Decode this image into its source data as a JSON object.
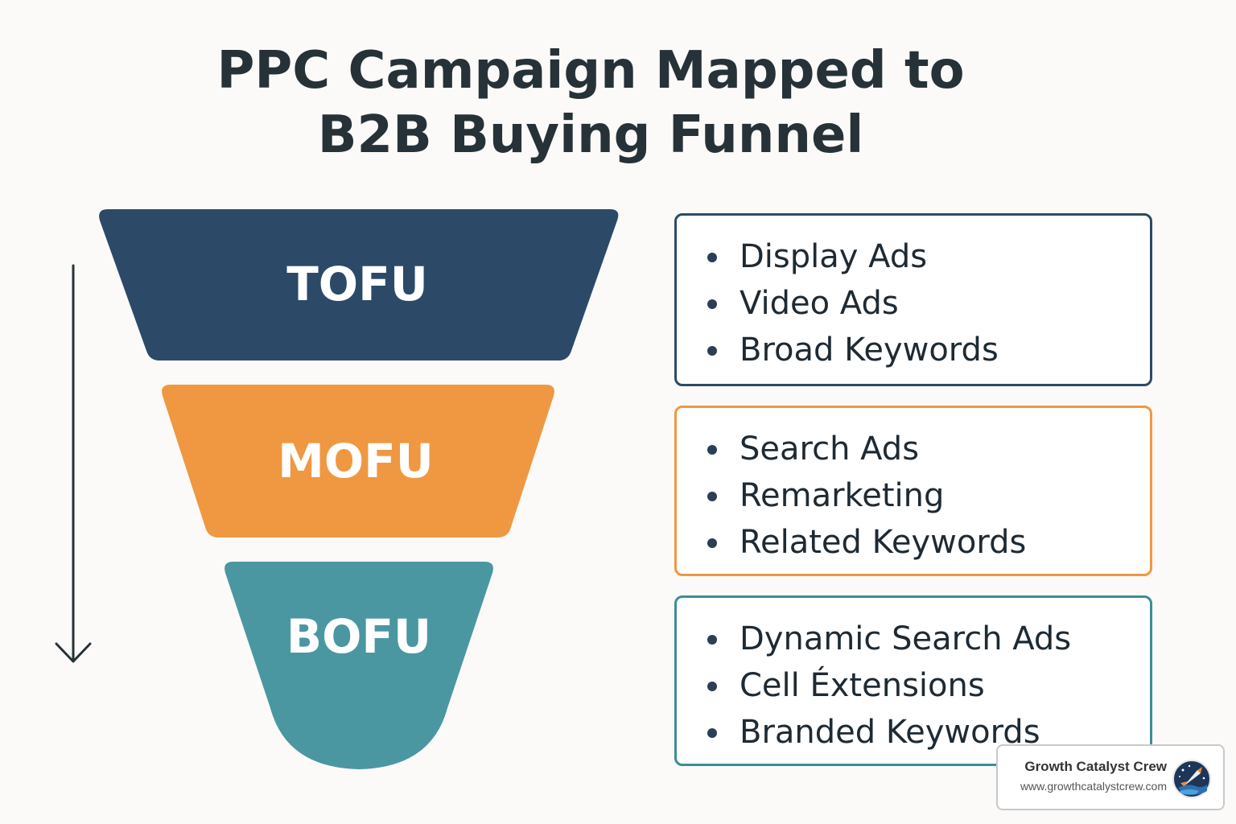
{
  "title": {
    "line1": "PPC Campaign Mapped to",
    "line2": "B2B Buying Funnel"
  },
  "colors": {
    "tofu": "#2c4a67",
    "mofu": "#ef9841",
    "bofu": "#4a97a2",
    "arrow": "#263238"
  },
  "stages": [
    {
      "label": "TOFU",
      "items": [
        "Display Ads",
        "Video Ads",
        "Broad Keywords"
      ]
    },
    {
      "label": "MOFU",
      "items": [
        "Search Ads",
        "Remarketing",
        "Related Keywords"
      ]
    },
    {
      "label": "BOFU",
      "items": [
        "Dynamic Search Ads",
        "Cell Éxtensions",
        "Branded Keywords"
      ]
    }
  ],
  "watermark": {
    "name": "Growth Catalyst Crew",
    "url": "www.growthcatalystcrew.com",
    "logo_icon": "rocket-logo-icon"
  }
}
